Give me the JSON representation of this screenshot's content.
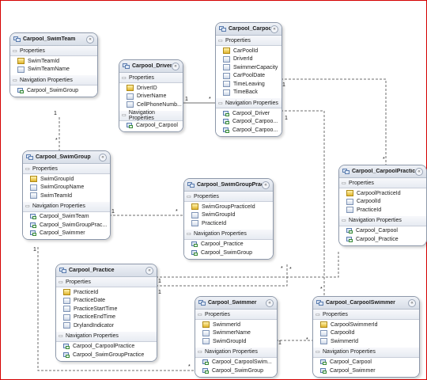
{
  "diagram": {
    "section_properties": "Properties",
    "section_navigation": "Navigation Properties",
    "collapse_glyph": "«",
    "entities": {
      "swimteam": {
        "name": "Carpool_SwimTeam",
        "properties": [
          "SwimTeamId",
          "SwimTeamName"
        ],
        "navigation": [
          "Carpool_SwimGroup"
        ]
      },
      "driver": {
        "name": "Carpool_Driver",
        "properties": [
          "DriverID",
          "DriverName",
          "CellPhoneNumb..."
        ],
        "navigation": [
          "Carpool_Carpool"
        ]
      },
      "carpool": {
        "name": "Carpool_Carpool",
        "properties": [
          "CarPoolId",
          "DriverId",
          "SwimmerCapacity",
          "CarPoolDate",
          "TimeLeaving",
          "TimeBack"
        ],
        "navigation": [
          "Carpool_Driver",
          "Carpool_Carpoo...",
          "Carpool_Carpoo..."
        ]
      },
      "swimgroup": {
        "name": "Carpool_SwimGroup",
        "properties": [
          "SwimGroupId",
          "SwimGroupName",
          "SwimTeamId"
        ],
        "navigation": [
          "Carpool_SwimTeam",
          "Carpool_SwimGroupPrac...",
          "Carpool_Swimmer"
        ]
      },
      "swimgrouppractice": {
        "name": "Carpool_SwimGroupPractice",
        "properties": [
          "SwimGroupPracticeId",
          "SwimGroupId",
          "PracticeId"
        ],
        "navigation": [
          "Carpool_Practice",
          "Carpool_SwimGroup"
        ]
      },
      "carpoolpractice": {
        "name": "Carpool_CarpoolPractice",
        "properties": [
          "CarpoolPracticeId",
          "CarpoolId",
          "PracticeId"
        ],
        "navigation": [
          "Carpool_Carpool",
          "Carpool_Practice"
        ]
      },
      "practice": {
        "name": "Carpool_Practice",
        "properties": [
          "PracticeId",
          "PracticeDate",
          "PracticeStartTime",
          "PracticeEndTime",
          "DrylandIndicator"
        ],
        "navigation": [
          "Carpool_CarpoolPractice",
          "Carpool_SwimGroupPractice"
        ]
      },
      "swimmer": {
        "name": "Carpool_Swimmer",
        "properties": [
          "SwimmerId",
          "SwimmerName",
          "SwimGroupId"
        ],
        "navigation": [
          "Carpool_CarpoolSwim...",
          "Carpool_SwimGroup"
        ]
      },
      "carpoolswimmer": {
        "name": "Carpool_CarpoolSwimmer",
        "properties": [
          "CarpoolSwimmerId",
          "CarpoolId",
          "SwimmerId"
        ],
        "navigation": [
          "Carpool_Carpool",
          "Carpool_Swimmer"
        ]
      }
    },
    "multiplicities": {
      "swimteam_one": "1",
      "swimteam_many": "*",
      "driver_one": "1",
      "driver_many": "*",
      "carpool_cp_one": "1",
      "carpool_cp_many": "*",
      "swimgroup_sgp_one": "1",
      "swimgroup_sgp_many": "*",
      "practice_cp_one": "1",
      "practice_cp_many": "*",
      "practice_sgp_one": "1",
      "practice_sgp_many": "*",
      "swimmer_cs_one": "1",
      "swimmer_cs_many": "*",
      "carpool_cs_one": "1",
      "carpool_cs_many": "*",
      "swimgroup_swimmer_one": "1",
      "swimgroup_swimmer_many": "*"
    }
  }
}
